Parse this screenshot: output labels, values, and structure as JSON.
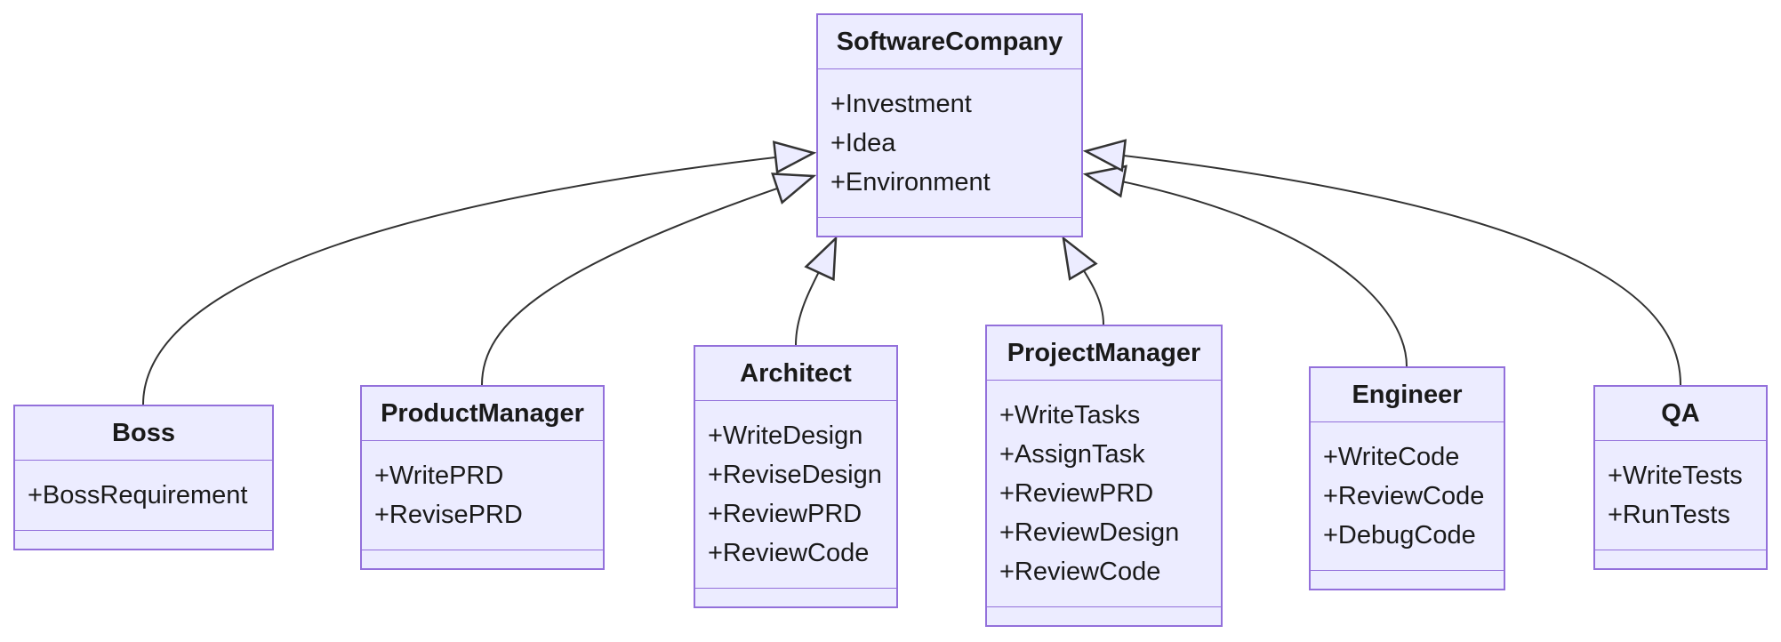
{
  "diagram": {
    "type": "uml-class-diagram",
    "classes": [
      {
        "name": "SoftwareCompany",
        "members": [
          "+Investment",
          "+Idea",
          "+Environment"
        ],
        "methods": []
      },
      {
        "name": "Boss",
        "members": [
          "+BossRequirement"
        ],
        "methods": []
      },
      {
        "name": "ProductManager",
        "members": [
          "+WritePRD",
          "+RevisePRD"
        ],
        "methods": []
      },
      {
        "name": "Architect",
        "members": [
          "+WriteDesign",
          "+ReviseDesign",
          "+ReviewPRD",
          "+ReviewCode"
        ],
        "methods": []
      },
      {
        "name": "ProjectManager",
        "members": [
          "+WriteTasks",
          "+AssignTask",
          "+ReviewPRD",
          "+ReviewDesign",
          "+ReviewCode"
        ],
        "methods": []
      },
      {
        "name": "Engineer",
        "members": [
          "+WriteCode",
          "+ReviewCode",
          "+DebugCode"
        ],
        "methods": []
      },
      {
        "name": "QA",
        "members": [
          "+WriteTests",
          "+RunTests"
        ],
        "methods": []
      }
    ],
    "relations": [
      {
        "from": "Boss",
        "to": "SoftwareCompany",
        "type": "inheritance"
      },
      {
        "from": "ProductManager",
        "to": "SoftwareCompany",
        "type": "inheritance"
      },
      {
        "from": "Architect",
        "to": "SoftwareCompany",
        "type": "inheritance"
      },
      {
        "from": "ProjectManager",
        "to": "SoftwareCompany",
        "type": "inheritance"
      },
      {
        "from": "Engineer",
        "to": "SoftwareCompany",
        "type": "inheritance"
      },
      {
        "from": "QA",
        "to": "SoftwareCompany",
        "type": "inheritance"
      }
    ],
    "colors": {
      "node_fill": "#ECECFF",
      "node_border": "#9370DB",
      "edge": "#333333",
      "text": "#1a1a1a",
      "background": "#ffffff"
    }
  }
}
